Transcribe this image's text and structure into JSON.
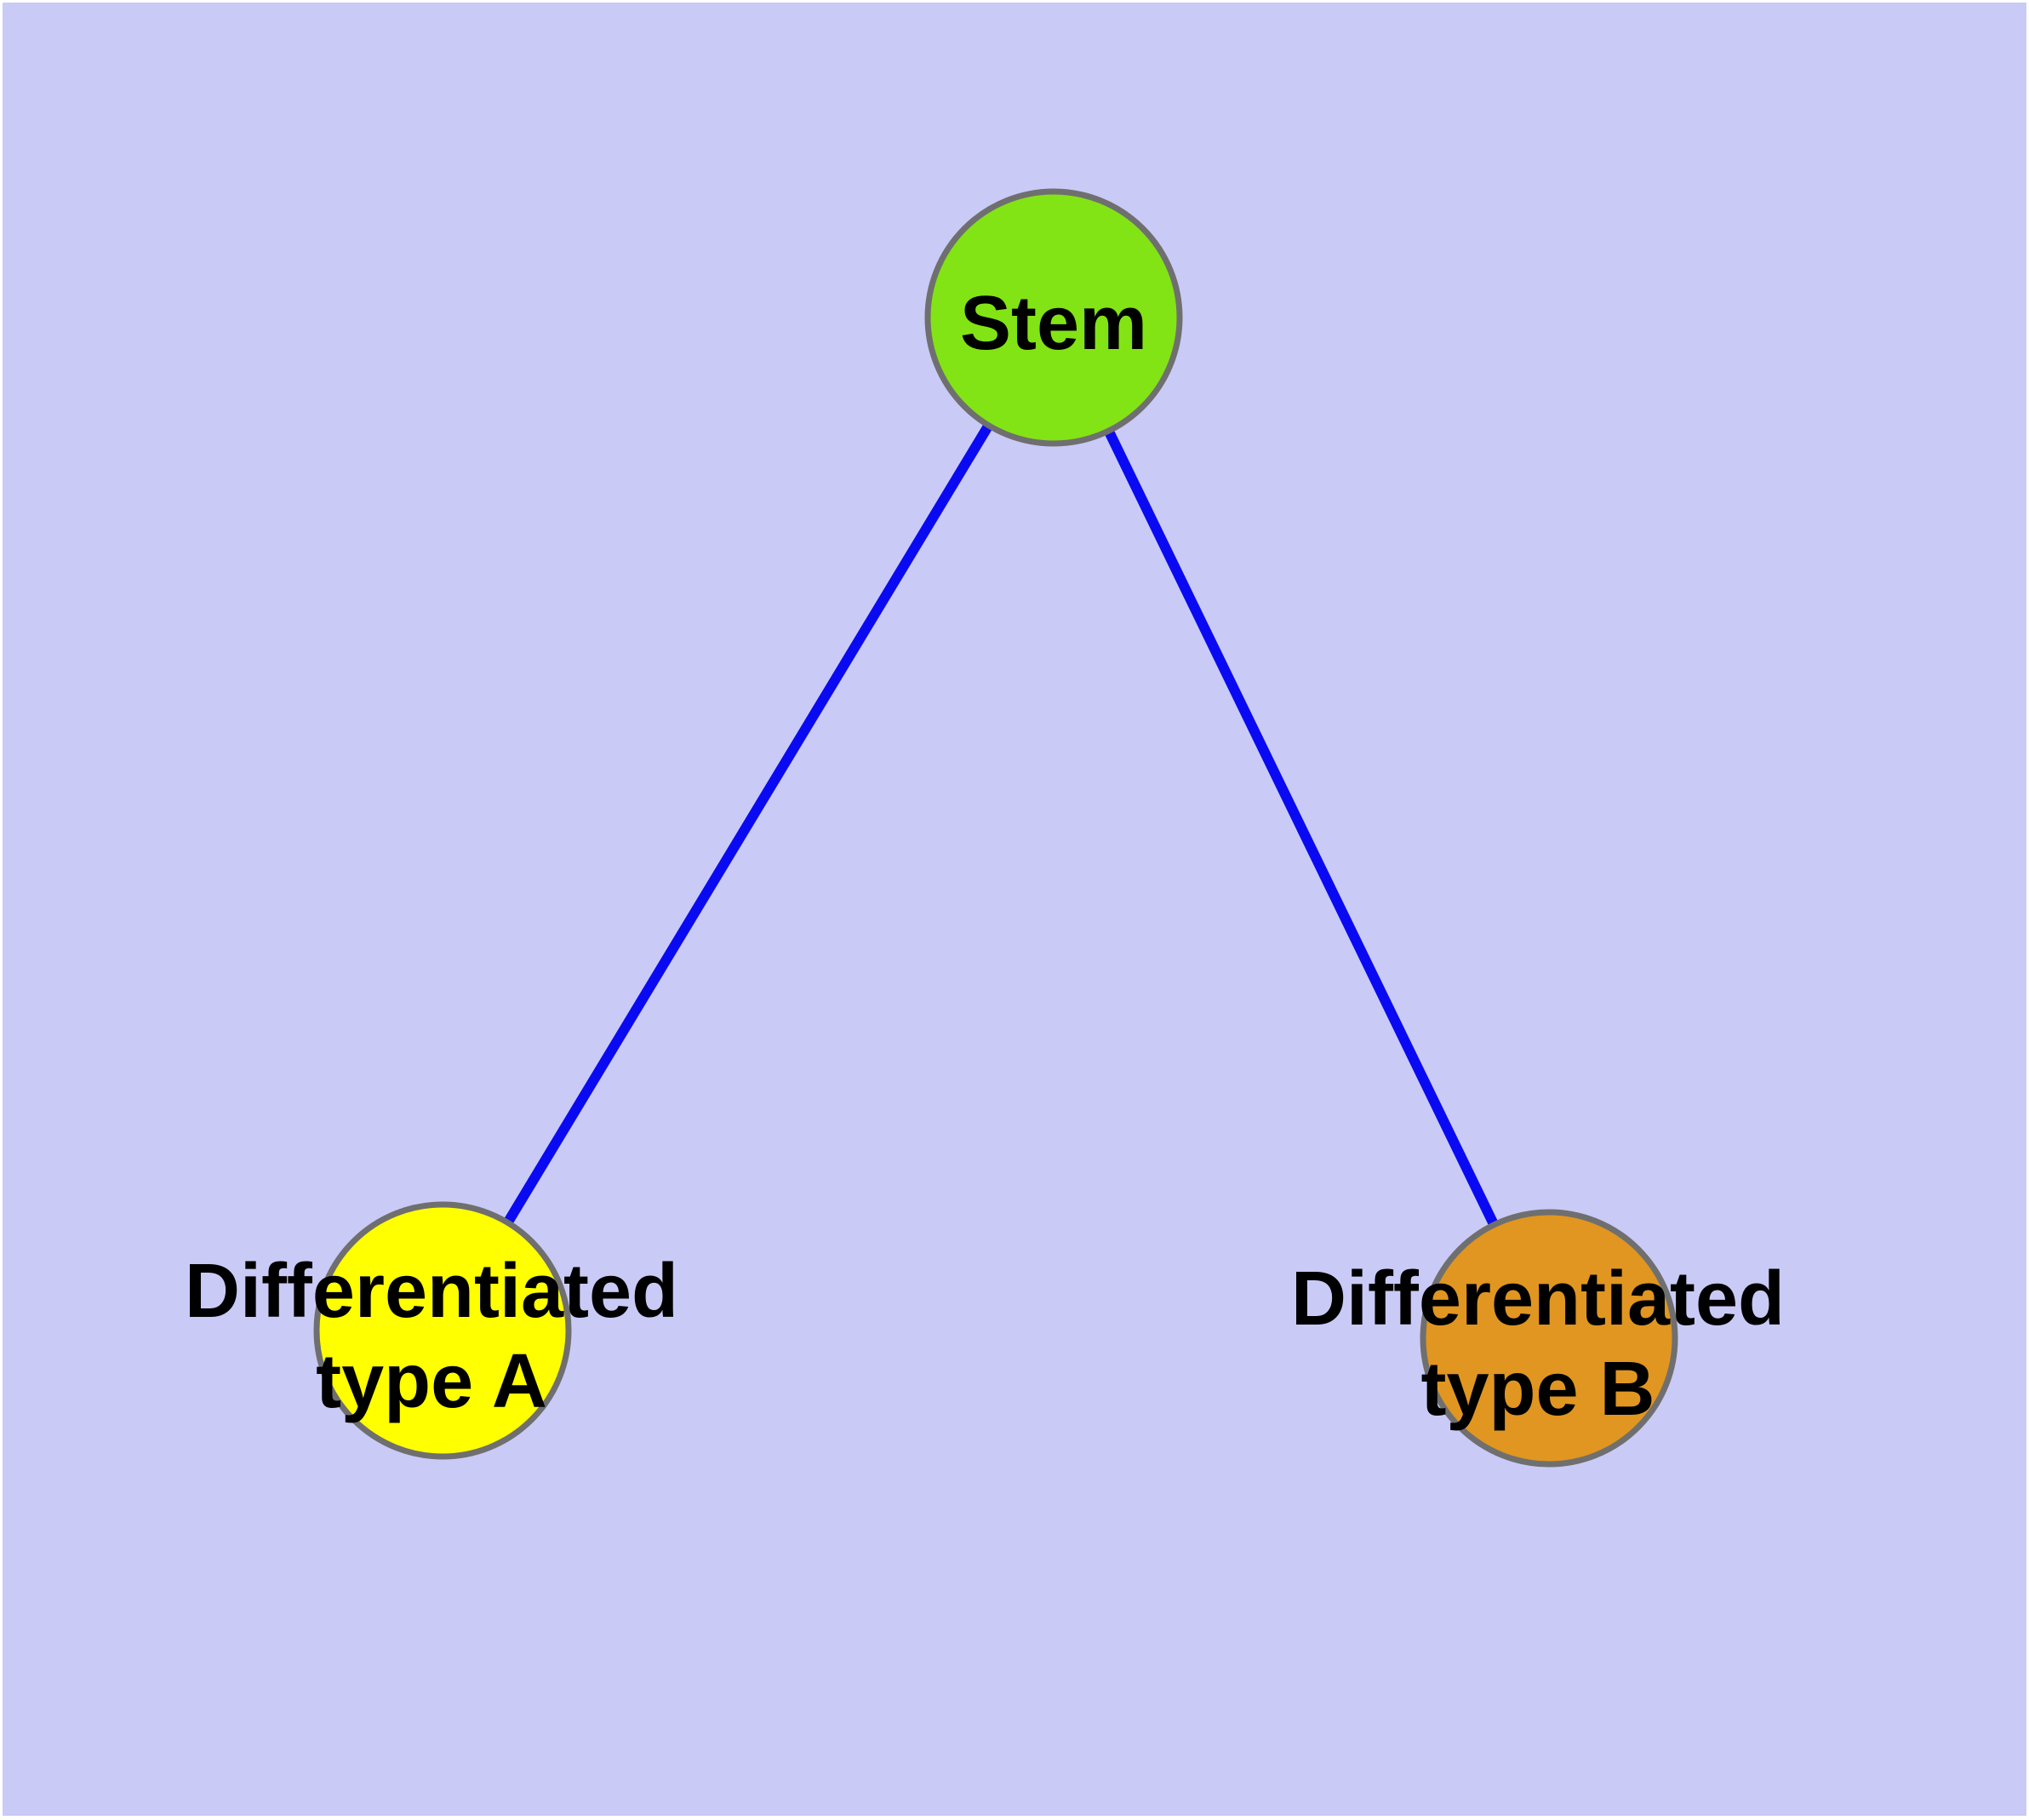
{
  "diagram": {
    "title": "",
    "background_color": "#cacaf7",
    "page_margin_color": "#ffffff",
    "edge_color": "#0a0af2",
    "node_border_color": "#6f6f6f",
    "label_color": "#000000",
    "nodes": [
      {
        "id": "stem",
        "label": "Stem",
        "label_line1": "Stem",
        "label_line2": "",
        "color": "#82e414"
      },
      {
        "id": "differentiated-type-a",
        "label": "Differentiated type A",
        "label_line1": "Differentiated",
        "label_line2": "type A",
        "color": "#ffff00"
      },
      {
        "id": "differentiated-type-b",
        "label": "Differentiated type B",
        "label_line1": "Differentiated",
        "label_line2": "type B",
        "color": "#e09620"
      }
    ],
    "edges": [
      {
        "from": "Stem",
        "to": "Differentiated type A"
      },
      {
        "from": "Stem",
        "to": "Differentiated type B"
      }
    ]
  }
}
